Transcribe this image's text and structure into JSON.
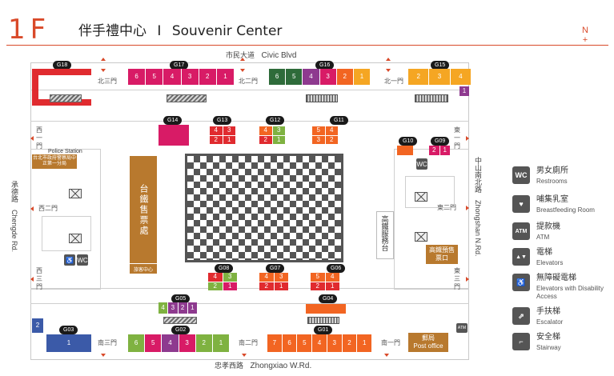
{
  "header": {
    "floor": "1F",
    "title_zh": "伴手禮中心",
    "separator": "I",
    "title_en": "Souvenir Center"
  },
  "compass": {
    "letter": "N"
  },
  "streets": {
    "top_zh": "市民大道",
    "top_en": "Civic Blvd",
    "bottom_zh": "忠孝西路",
    "bottom_en": "Zhongxiao W.Rd.",
    "right_zh": "中山南北路",
    "right_en": "Zhongshan N.Rd.",
    "left_zh": "承德路",
    "left_en": "Chengde Rd."
  },
  "gates": {
    "n3": "北三門",
    "n2": "北二門",
    "n1": "北一門",
    "e1": "東一門",
    "e2": "東二門",
    "e3": "東三門",
    "s3": "南三門",
    "s2": "南二門",
    "s1": "南一門",
    "w1": "西一門",
    "w2": "西二門",
    "w3": "西三門"
  },
  "stores": {
    "G18": "G18",
    "G17": "G17",
    "G16": "G16",
    "G15": "G15",
    "G14": "G14",
    "G13": "G13",
    "G12": "G12",
    "G11": "G11",
    "G10": "G10",
    "G09": "G09",
    "G08": "G08",
    "G07": "G07",
    "G06": "G06",
    "G05": "G05",
    "G04": "G04",
    "G03": "G03",
    "G02": "G02",
    "G01": "G01"
  },
  "units": {
    "g17": [
      "6",
      "5",
      "4",
      "3",
      "2",
      "1"
    ],
    "g16": [
      "6",
      "5",
      "4",
      "3",
      "2",
      "1"
    ],
    "g15": [
      "2",
      "3",
      "4"
    ],
    "g15_side": "1",
    "g13": [
      "4",
      "3",
      "2",
      "1"
    ],
    "g12": [
      "4",
      "3",
      "2",
      "1"
    ],
    "g11": [
      "5",
      "4",
      "3",
      "2"
    ],
    "g09": [
      "2",
      "1"
    ],
    "g08": [
      "4",
      "3",
      "2",
      "1"
    ],
    "g07": [
      "4",
      "3",
      "2",
      "1"
    ],
    "g06": [
      "5",
      "4",
      "2",
      "1"
    ],
    "g05": [
      "4",
      "3",
      "2",
      "1"
    ],
    "g02": [
      "6",
      "5",
      "4",
      "3",
      "2",
      "1"
    ],
    "g01": [
      "7",
      "6",
      "5",
      "4",
      "3",
      "2",
      "1"
    ],
    "g03": [
      "1"
    ],
    "g03_side": "2"
  },
  "labels": {
    "police_en": "Police Station",
    "police_zh": "台北市政府警察局中正第一分局",
    "tra_ticket": "台鐵售票處",
    "tourist_center": "旅客中心",
    "hsr_service": "高鐵服務台",
    "hsr_ticket": "高鐵預售票口",
    "post_zh": "郵局",
    "post_en": "Post office",
    "atm_small": "ATM"
  },
  "legend": [
    {
      "icon": "WC",
      "zh": "男女廁所",
      "en": "Restrooms"
    },
    {
      "icon": "♥",
      "zh": "哺集乳室",
      "en": "Breastfeeding Room"
    },
    {
      "icon": "ATM",
      "zh": "提款機",
      "en": "ATM"
    },
    {
      "icon": "▲▼",
      "zh": "電梯",
      "en": "Elevators"
    },
    {
      "icon": "♿",
      "zh": "無障礙電梯",
      "en": "Elevators with Disability Access"
    },
    {
      "icon": "⇗",
      "zh": "手扶梯",
      "en": "Escalator"
    },
    {
      "icon": "⌐",
      "zh": "安全梯",
      "en": "Stairway"
    }
  ],
  "colors": {
    "accent": "#d94a2a",
    "magenta": "#d81b66",
    "red": "#e02b2f",
    "orange": "#f26522",
    "green": "#7fb241",
    "purple": "#8e3a8f",
    "yellow": "#f5a623",
    "blue": "#3b5aa8",
    "darkgreen": "#2e6b3a",
    "brown": "#b8792e"
  }
}
